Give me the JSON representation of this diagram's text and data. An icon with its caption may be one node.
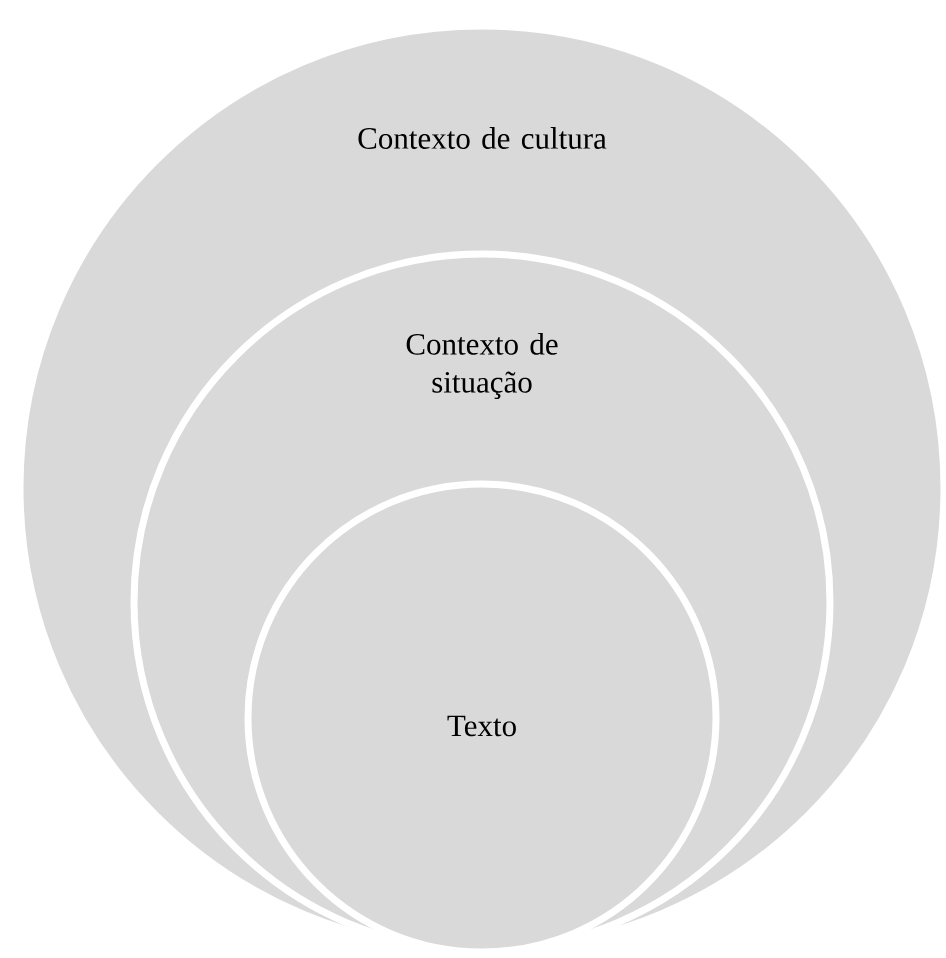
{
  "diagram": {
    "nodes": [
      {
        "text": [
          "Contexto de cultura"
        ]
      },
      {
        "text": [
          "Contexto de situação"
        ],
        "in": 0
      },
      {
        "text": [
          "Texto"
        ],
        "in": 1
      }
    ]
  }
}
